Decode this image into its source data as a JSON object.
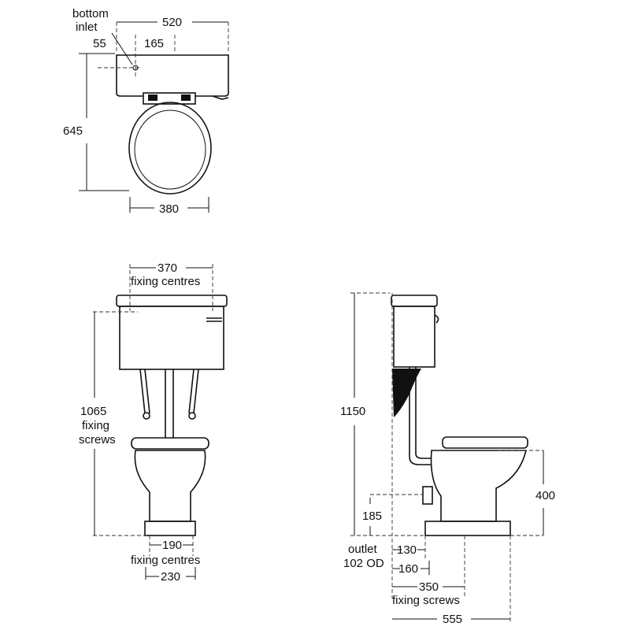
{
  "plan_view": {
    "bottom_inlet_1": "bottom",
    "bottom_inlet_2": "inlet",
    "width": "520",
    "inlet_offset_side": "55",
    "inlet_offset": "165",
    "depth": "645",
    "seat_width": "380"
  },
  "front_view": {
    "fixing_width": "370",
    "fixing_label": "fixing centres",
    "height": "1065",
    "height_label_1": "fixing",
    "height_label_2": "screws",
    "base_fixing": "190",
    "base_fixing_label": "fixing centres",
    "base_width": "230"
  },
  "side_view": {
    "height": "1150",
    "seat_height": "400",
    "outlet_height": "185",
    "outlet_label_1": "outlet",
    "outlet_label_2": "102 OD",
    "outlet_depth_1": "130",
    "outlet_depth_2": "160",
    "fixing_depth": "350",
    "fixing_label": "fixing screws",
    "overall_depth": "555"
  }
}
